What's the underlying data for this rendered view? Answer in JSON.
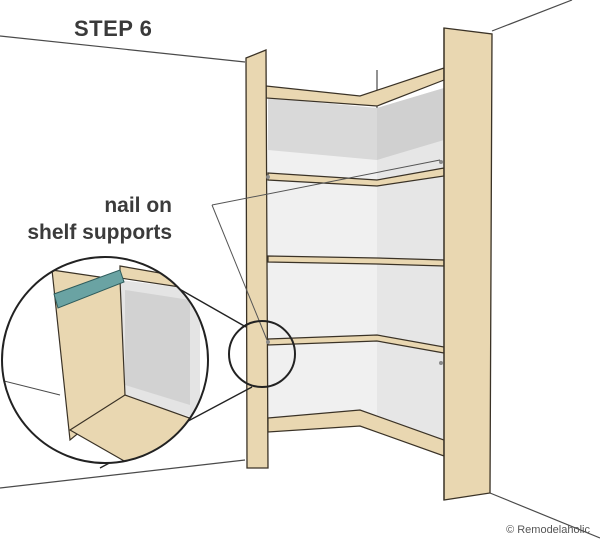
{
  "figure": {
    "step_title": "STEP 6",
    "callout": {
      "line1": "nail on",
      "line2": "shelf supports"
    },
    "credit": "© Remodelaholic"
  },
  "colors": {
    "wood": "#e9d7b1",
    "wood_edge": "#3a3226",
    "wall_line": "#4a4a4a",
    "shadow": "#d6d6d6",
    "support_strip": "#6aa3a3"
  }
}
